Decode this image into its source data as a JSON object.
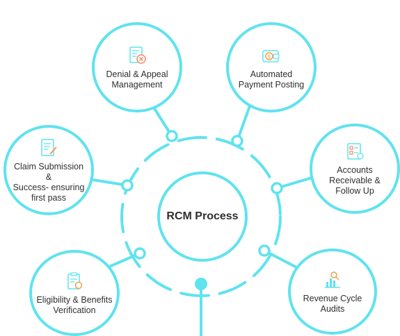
{
  "center": {
    "label": "RCM Process"
  },
  "nodes": [
    {
      "label": "Denial & Appeal\nManagement",
      "icon": "document-x-icon"
    },
    {
      "label": "Automated\nPayment Posting",
      "icon": "wallet-dollar-icon"
    },
    {
      "label": "Accounts\nReceivable &\nFollow Up",
      "icon": "checklist-clipboard-icon"
    },
    {
      "label": "Revenue Cycle\nAudits",
      "icon": "bar-chart-search-icon"
    },
    {
      "label": "Eligibility & Benefits\nVerification",
      "icon": "clipboard-badge-icon"
    },
    {
      "label": "Claim Submission &\nSuccess- ensuring\nfirst pass",
      "icon": "document-pen-icon"
    }
  ],
  "colors": {
    "accent": "#5fe3ee",
    "text": "#2f2f2f"
  }
}
